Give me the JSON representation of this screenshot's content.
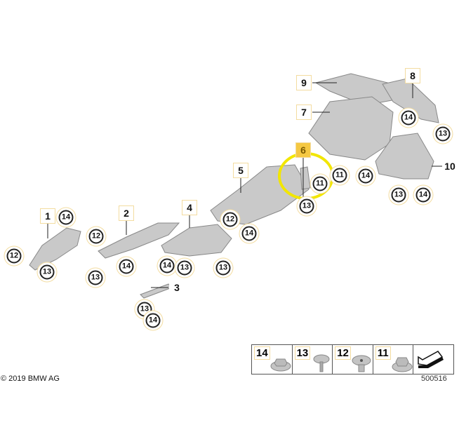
{
  "box_callouts": [
    {
      "label": "9"
    },
    {
      "label": "8"
    },
    {
      "label": "7"
    },
    {
      "label": "6",
      "highlighted": true
    },
    {
      "label": "5"
    },
    {
      "label": "10"
    },
    {
      "label": "4"
    },
    {
      "label": "2"
    },
    {
      "label": "1"
    },
    {
      "label": "3"
    }
  ],
  "circle_callouts": [
    "14",
    "13",
    "11",
    "14",
    "11",
    "13",
    "13",
    "14",
    "12",
    "14",
    "12",
    "14",
    "12",
    "13",
    "14",
    "14",
    "13",
    "13",
    "13",
    "13",
    "14"
  ],
  "legend": [
    {
      "number": "14",
      "part": "hex-flange-nut"
    },
    {
      "number": "13",
      "part": "screw"
    },
    {
      "number": "12",
      "part": "expanding-rivet"
    },
    {
      "number": "11",
      "part": "collar-nut"
    },
    {
      "number": "",
      "part": "direction-arrow"
    }
  ],
  "copyright": "© 2019 BMW AG",
  "diagram_code": "500516",
  "highlight_color": "#f2e600"
}
